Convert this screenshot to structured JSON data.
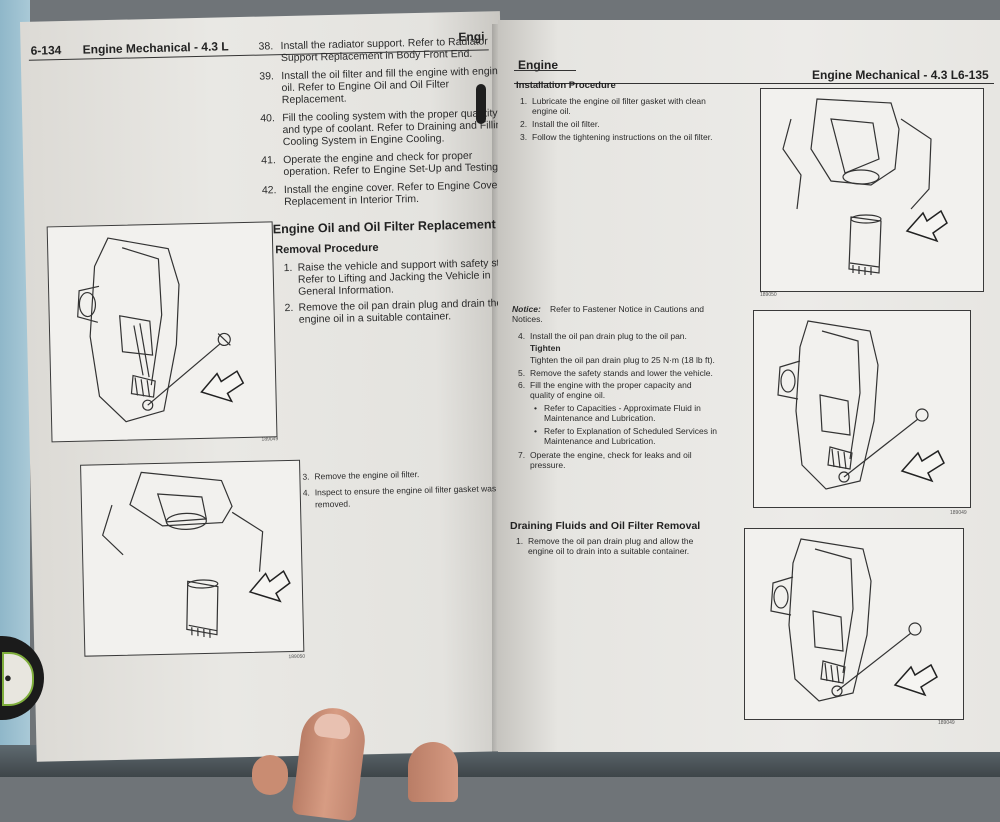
{
  "left_page": {
    "header": {
      "page_number": "6-134",
      "title": "Engine Mechanical - 4.3 L",
      "cut_word": "Engi"
    },
    "steps_top": [
      {
        "n": "38.",
        "lines": [
          "Install the radiator support. Refer to Radiator",
          "Support Replacement in Body Front End."
        ]
      },
      {
        "n": "39.",
        "lines": [
          "Install the oil filter and fill the engine with engine",
          "oil. Refer to Engine Oil and Oil Filter",
          "Replacement."
        ]
      },
      {
        "n": "40.",
        "lines": [
          "Fill the cooling system with the proper quantity",
          "and type of coolant. Refer to Draining and Filling",
          "Cooling System in Engine Cooling."
        ]
      },
      {
        "n": "41.",
        "lines": [
          "Operate the engine and check for proper",
          "operation. Refer to Engine Set-Up and Testing."
        ]
      },
      {
        "n": "42.",
        "lines": [
          "Install the engine cover. Refer to Engine Cover",
          "Replacement in Interior Trim."
        ]
      }
    ],
    "section_title": "Engine Oil and Oil Filter Replacement",
    "removal_title": "Removal Procedure",
    "removal_steps": [
      {
        "n": "1.",
        "lines": [
          "Raise the vehicle and support with safety stands.",
          "Refer to Lifting and Jacking the Vehicle in",
          "General Information."
        ]
      },
      {
        "n": "2.",
        "lines": [
          "Remove the oil pan drain plug and drain the",
          "engine oil in a suitable container."
        ]
      }
    ],
    "steps_lower": [
      {
        "n": "3.",
        "lines": [
          "Remove the engine oil filter."
        ]
      },
      {
        "n": "4.",
        "lines": [
          "Inspect to ensure the engine oil filter gasket was",
          "removed."
        ]
      }
    ],
    "figure_codes": [
      "189049",
      "189050"
    ]
  },
  "right_page": {
    "header": {
      "section": "Engine",
      "title": "Engine Mechanical - 4.3 L",
      "page_number": "6-135"
    },
    "install_title": "Installation Procedure",
    "install_steps": [
      {
        "n": "1.",
        "lines": [
          "Lubricate the engine oil filter gasket with clean",
          "engine oil."
        ]
      },
      {
        "n": "2.",
        "lines": [
          "Install the oil filter."
        ]
      },
      {
        "n": "3.",
        "lines": [
          "Follow the tightening instructions on the oil filter."
        ]
      }
    ],
    "notice_label": "Notice:",
    "notice_lines": [
      "Refer to Fastener Notice in Cautions and",
      "Notices."
    ],
    "step4": "Install the oil pan drain plug to the oil pan.",
    "tighten_label": "Tighten",
    "tighten_text": "Tighten the oil pan drain plug to 25 N·m (18 lb ft).",
    "step5": "Remove the safety stands and lower the vehicle.",
    "step6_lines": [
      "Fill the engine with the proper capacity and",
      "quality of engine oil."
    ],
    "bullets": [
      [
        "Refer to Capacities - Approximate Fluid in",
        "Maintenance and Lubrication."
      ],
      [
        "Refer to Explanation of Scheduled Services in",
        "Maintenance and Lubrication."
      ]
    ],
    "step7_lines": [
      "Operate the engine, check for leaks and oil",
      "pressure."
    ],
    "drain_title": "Draining Fluids and Oil Filter Removal",
    "drain_steps": [
      {
        "n": "1.",
        "lines": [
          "Remove the oil pan drain plug and allow the",
          "engine oil to drain into a suitable container."
        ]
      }
    ],
    "figure_codes": [
      "189050",
      "189049",
      "189049"
    ]
  }
}
